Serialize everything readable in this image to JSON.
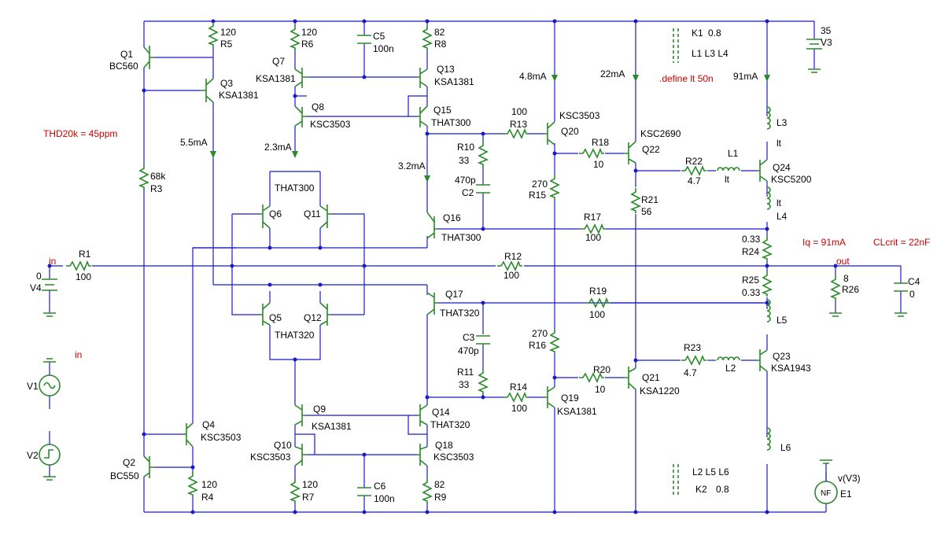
{
  "colors": {
    "wire": "#1a1ac8",
    "component": "#2a8a2a",
    "text": "#000000",
    "note": "#cc0000"
  },
  "labels": {
    "q1": "Q1",
    "q1v": "BC560",
    "r5": "R5",
    "r5v": "120",
    "q3": "Q3",
    "q3v": "KSA1381",
    "q7": "Q7",
    "q7v": "KSA1381",
    "r6": "R6",
    "r6v": "120",
    "c5": "C5",
    "c5v": "100n",
    "q13": "Q13",
    "q13v": "KSA1381",
    "r8": "R8",
    "r8v": "82",
    "q8": "Q8",
    "q8v": "KSC3503",
    "q15": "Q15",
    "q15v": "THAT300",
    "i23": "2.3mA",
    "i55": "5.5mA",
    "i32": "3.2mA",
    "i48": "4.8mA",
    "i22": "22mA",
    "i91": "91mA",
    "thd": "THD20k = 45ppm",
    "r3": "R3",
    "r3v": "68k",
    "that300a": "THAT300",
    "q6": "Q6",
    "q11": "Q11",
    "q16": "Q16",
    "q16v": "THAT300",
    "r13": "R13",
    "r13v": "100",
    "q20": "Q20",
    "q20v": "KSC3503",
    "r10": "R10",
    "r10v": "33",
    "c2": "C2",
    "c2v": "470p",
    "r15": "R15",
    "r15v": "270",
    "r18": "R18",
    "r18v": "10",
    "q22": "Q22",
    "q22v": "KSC2690",
    "r22": "R22",
    "r22v": "4.7",
    "l1": "L1",
    "lt1": "lt",
    "q24": "Q24",
    "q24v": "KSC5200",
    "r21": "R21",
    "r21v": "56",
    "l3": "L3",
    "lt3": "lt",
    "l4": "L4",
    "lt4": "lt",
    "r17": "R17",
    "r17v": "100",
    "k1": "K1",
    "k1v": "0.8",
    "k1l": "L1 L3 L4",
    "define": ".define lt 50n",
    "v3": "V3",
    "v3v": "35",
    "r24": "R24",
    "r24v": "0.33",
    "iq": "Iq = 91mA",
    "clcrit": "CLcrit = 22nF",
    "in1": "in",
    "r1": "R1",
    "r1v": "100",
    "v4": "V4",
    "v4v": "0",
    "r12": "R12",
    "r12v": "100",
    "out": "out",
    "r26": "R26",
    "r26v": "8",
    "c4": "C4",
    "c4v": "0",
    "r25": "R25",
    "r25v": "0.33",
    "q5": "Q5",
    "q12": "Q12",
    "that320a": "THAT320",
    "q17": "Q17",
    "q17v": "THAT320",
    "r19": "R19",
    "r19v": "100",
    "l5": "L5",
    "c3": "C3",
    "c3v": "470p",
    "r16": "R16",
    "r16v": "270",
    "r11": "R11",
    "r11v": "33",
    "r23": "R23",
    "r23v": "4.7",
    "l2": "L2",
    "q23": "Q23",
    "q23v": "KSA1943",
    "r20": "R20",
    "r20v": "10",
    "q21": "Q21",
    "q21v": "KSA1220",
    "r14": "R14",
    "r14v": "100",
    "q19": "Q19",
    "q19v": "KSA1381",
    "in2": "in",
    "v1": "V1",
    "v2": "V2",
    "q4": "Q4",
    "q4v": "KSC3503",
    "q2": "Q2",
    "q2v": "BC550",
    "r4": "R4",
    "r4v": "120",
    "q9": "Q9",
    "q9v": "KSA1381",
    "q14": "Q14",
    "q14v": "THAT320",
    "q10": "Q10",
    "q10v": "KSC3503",
    "q18": "Q18",
    "q18v": "KSC3503",
    "r7": "R7",
    "r7v": "120",
    "c6": "C6",
    "c6v": "100n",
    "r9": "R9",
    "r9v": "82",
    "l6": "L6",
    "k2l": "L2 L5 L6",
    "k2": "K2",
    "k2v": "0.8",
    "e1": "E1",
    "e1v": "v(V3)",
    "nf": "NF"
  }
}
